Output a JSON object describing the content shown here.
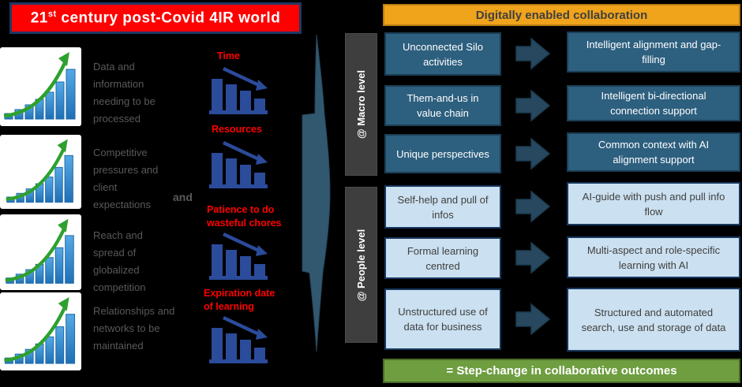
{
  "palette": {
    "background": "#000000",
    "red_banner_bg": "#FE0000",
    "red_banner_border": "#1F3864",
    "gold_banner_bg": "#F0A41C",
    "green_banner_bg": "#6F9E41",
    "dark_box_bg": "#2D5F7E",
    "light_box_bg": "#CBE0F0",
    "light_box_border": "#17375E",
    "level_tab_bg": "#3E3E3E",
    "block_arrow": "#27485E",
    "sweep_shape": "#31586F",
    "growth_bar_blue": "#2E86C8",
    "growth_arrow_green": "#2EA02E",
    "decline_bar_blue": "#2B4B9B",
    "red_label": "#FF0000",
    "gray_text": "#595959"
  },
  "left_banner": {
    "prefix": "21",
    "sup": "st",
    "suffix": " century post-Covid 4IR world"
  },
  "pressures": [
    {
      "icon": "growth-chart-icon",
      "label": "Data and information needing to be processed"
    },
    {
      "icon": "growth-chart-icon",
      "label": "Competitive pressures and client expectations"
    },
    {
      "icon": "growth-chart-icon",
      "label": "Reach and spread of globalized competition"
    },
    {
      "icon": "growth-chart-icon",
      "label": "Relationships and networks to be maintained"
    }
  ],
  "conjunction": "and",
  "declines": [
    {
      "icon": "decline-chart-icon",
      "label": "Time"
    },
    {
      "icon": "decline-chart-icon",
      "label": "Resources"
    },
    {
      "icon": "decline-chart-icon",
      "label": "Patience to do wasteful chores"
    },
    {
      "icon": "decline-chart-icon",
      "label": "Expiration date of learning"
    }
  ],
  "collab_banner": "Digitally enabled collaboration",
  "levels": [
    {
      "label": "@ Macro level"
    },
    {
      "label": "@ People level"
    }
  ],
  "rows": [
    {
      "level": "macro",
      "from": "Unconnected Silo activities",
      "to": "Intelligent alignment and gap-filling"
    },
    {
      "level": "macro",
      "from": "Them-and-us in value chain",
      "to": "Intelligent bi-directional connection support"
    },
    {
      "level": "macro",
      "from": "Unique perspectives",
      "to": "Common context with AI alignment support"
    },
    {
      "level": "people",
      "from": "Self-help and pull of infos",
      "to": "AI-guide with push and pull info flow"
    },
    {
      "level": "people",
      "from": "Formal learning centred",
      "to": "Multi-aspect and role-specific learning with AI"
    },
    {
      "level": "people",
      "from": "Unstructured use of data for business",
      "to": "Structured and automated search, use and storage of data"
    }
  ],
  "outcome_banner": "= Step-change in collaborative outcomes"
}
